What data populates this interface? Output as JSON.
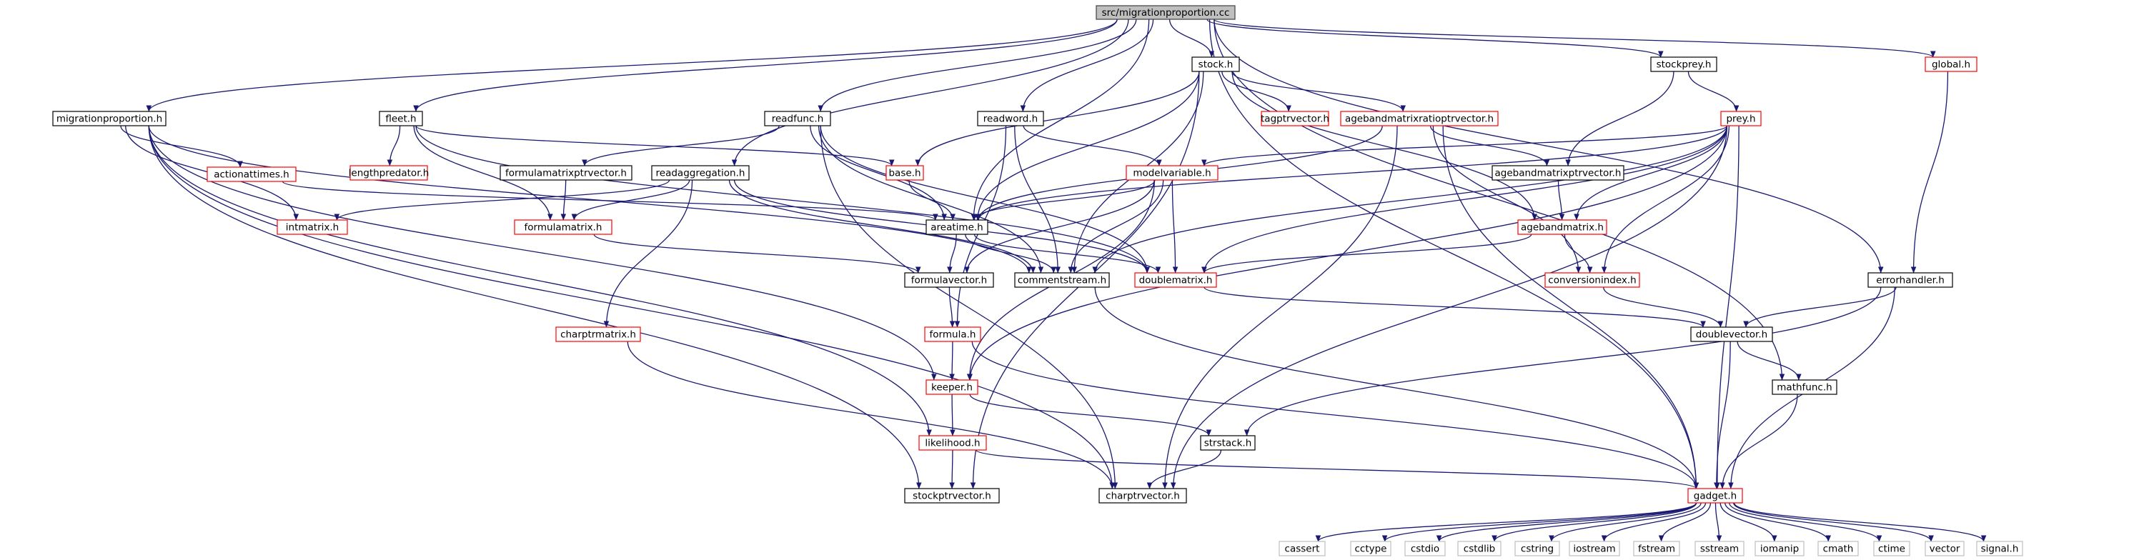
{
  "diagram": {
    "type": "include-dependency-graph",
    "colors": {
      "edge": "#191970",
      "root_fill": "#bfbfbf",
      "root_border": "#404040",
      "documented_border": "#000000",
      "undocumented_border": "#ff0000",
      "external_border": "#bfbfbf",
      "external_text": "#000000"
    },
    "nodes": [
      {
        "id": "root",
        "label": "src/migrationproportion.cc",
        "kind": "root"
      },
      {
        "id": "migrationproportion_h",
        "label": "migrationproportion.h",
        "kind": "documented"
      },
      {
        "id": "fleet_h",
        "label": "fleet.h",
        "kind": "documented"
      },
      {
        "id": "readfunc_h",
        "label": "readfunc.h",
        "kind": "documented"
      },
      {
        "id": "readword_h",
        "label": "readword.h",
        "kind": "documented"
      },
      {
        "id": "stock_h",
        "label": "stock.h",
        "kind": "documented"
      },
      {
        "id": "stockprey_h",
        "label": "stockprey.h",
        "kind": "documented"
      },
      {
        "id": "global_h",
        "label": "global.h",
        "kind": "undocumented"
      },
      {
        "id": "lengthpredator_h",
        "label": "lengthpredator.h",
        "kind": "undocumented"
      },
      {
        "id": "tagptrvector_h",
        "label": "tagptrvector.h",
        "kind": "undocumented"
      },
      {
        "id": "agebandmatrixratioptrvector_h",
        "label": "agebandmatrixratioptrvector.h",
        "kind": "undocumented"
      },
      {
        "id": "prey_h",
        "label": "prey.h",
        "kind": "undocumented"
      },
      {
        "id": "actionattimes_h",
        "label": "actionattimes.h",
        "kind": "undocumented"
      },
      {
        "id": "formulamatrixptrvector_h",
        "label": "formulamatrixptrvector.h",
        "kind": "documented"
      },
      {
        "id": "readaggregation_h",
        "label": "readaggregation.h",
        "kind": "documented"
      },
      {
        "id": "base_h",
        "label": "base.h",
        "kind": "undocumented"
      },
      {
        "id": "modelvariable_h",
        "label": "modelvariable.h",
        "kind": "undocumented"
      },
      {
        "id": "agebandmatrixptrvector_h",
        "label": "agebandmatrixptrvector.h",
        "kind": "documented"
      },
      {
        "id": "intmatrix_h",
        "label": "intmatrix.h",
        "kind": "undocumented"
      },
      {
        "id": "formulamatrix_h",
        "label": "formulamatrix.h",
        "kind": "undocumented"
      },
      {
        "id": "areatime_h",
        "label": "areatime.h",
        "kind": "documented"
      },
      {
        "id": "agebandmatrix_h",
        "label": "agebandmatrix.h",
        "kind": "undocumented"
      },
      {
        "id": "formulavector_h",
        "label": "formulavector.h",
        "kind": "documented"
      },
      {
        "id": "commentstream_h",
        "label": "commentstream.h",
        "kind": "documented"
      },
      {
        "id": "doublematrix_h",
        "label": "doublematrix.h",
        "kind": "undocumented"
      },
      {
        "id": "conversionindex_h",
        "label": "conversionindex.h",
        "kind": "undocumented"
      },
      {
        "id": "errorhandler_h",
        "label": "errorhandler.h",
        "kind": "documented"
      },
      {
        "id": "charptrmatrix_h",
        "label": "charptrmatrix.h",
        "kind": "undocumented"
      },
      {
        "id": "formula_h",
        "label": "formula.h",
        "kind": "undocumented"
      },
      {
        "id": "doublevector_h",
        "label": "doublevector.h",
        "kind": "documented"
      },
      {
        "id": "keeper_h",
        "label": "keeper.h",
        "kind": "undocumented"
      },
      {
        "id": "mathfunc_h",
        "label": "mathfunc.h",
        "kind": "documented"
      },
      {
        "id": "likelihood_h",
        "label": "likelihood.h",
        "kind": "undocumented"
      },
      {
        "id": "strstack_h",
        "label": "strstack.h",
        "kind": "documented"
      },
      {
        "id": "stockptrvector_h",
        "label": "stockptrvector.h",
        "kind": "documented"
      },
      {
        "id": "charptrvector_h",
        "label": "charptrvector.h",
        "kind": "documented"
      },
      {
        "id": "gadget_h",
        "label": "gadget.h",
        "kind": "undocumented"
      },
      {
        "id": "cassert",
        "label": "cassert",
        "kind": "external"
      },
      {
        "id": "cctype",
        "label": "cctype",
        "kind": "external"
      },
      {
        "id": "cstdio",
        "label": "cstdio",
        "kind": "external"
      },
      {
        "id": "cstdlib",
        "label": "cstdlib",
        "kind": "external"
      },
      {
        "id": "cstring",
        "label": "cstring",
        "kind": "external"
      },
      {
        "id": "iostream",
        "label": "iostream",
        "kind": "external"
      },
      {
        "id": "fstream",
        "label": "fstream",
        "kind": "external"
      },
      {
        "id": "sstream",
        "label": "sstream",
        "kind": "external"
      },
      {
        "id": "iomanip",
        "label": "iomanip",
        "kind": "external"
      },
      {
        "id": "cmath",
        "label": "cmath",
        "kind": "external"
      },
      {
        "id": "ctime",
        "label": "ctime",
        "kind": "external"
      },
      {
        "id": "vector",
        "label": "vector",
        "kind": "external"
      },
      {
        "id": "signal_h",
        "label": "signal.h",
        "kind": "external"
      }
    ],
    "edges": [
      [
        "root",
        "migrationproportion_h"
      ],
      [
        "root",
        "fleet_h"
      ],
      [
        "root",
        "readfunc_h"
      ],
      [
        "root",
        "readaggregation_h"
      ],
      [
        "root",
        "areatime_h"
      ],
      [
        "root",
        "readword_h"
      ],
      [
        "root",
        "stock_h"
      ],
      [
        "root",
        "stockprey_h"
      ],
      [
        "root",
        "mathfunc_h"
      ],
      [
        "root",
        "global_h"
      ],
      [
        "root",
        "errorhandler_h"
      ],
      [
        "root",
        "gadget_h"
      ],
      [
        "migrationproportion_h",
        "actionattimes_h"
      ],
      [
        "migrationproportion_h",
        "intmatrix_h"
      ],
      [
        "migrationproportion_h",
        "commentstream_h"
      ],
      [
        "migrationproportion_h",
        "keeper_h"
      ],
      [
        "migrationproportion_h",
        "likelihood_h"
      ],
      [
        "migrationproportion_h",
        "charptrvector_h"
      ],
      [
        "migrationproportion_h",
        "stockptrvector_h"
      ],
      [
        "fleet_h",
        "lengthpredator_h"
      ],
      [
        "fleet_h",
        "base_h"
      ],
      [
        "fleet_h",
        "formulamatrix_h"
      ],
      [
        "fleet_h",
        "doublematrix_h"
      ],
      [
        "readfunc_h",
        "formulamatrixptrvector_h"
      ],
      [
        "readfunc_h",
        "areatime_h"
      ],
      [
        "readfunc_h",
        "commentstream_h"
      ],
      [
        "readfunc_h",
        "doublematrix_h"
      ],
      [
        "readfunc_h",
        "charptrvector_h"
      ],
      [
        "readword_h",
        "modelvariable_h"
      ],
      [
        "readword_h",
        "commentstream_h"
      ],
      [
        "readword_h",
        "formula_h"
      ],
      [
        "stock_h",
        "base_h"
      ],
      [
        "stock_h",
        "tagptrvector_h"
      ],
      [
        "stock_h",
        "agebandmatrixratioptrvector_h"
      ],
      [
        "stock_h",
        "agebandmatrix_h"
      ],
      [
        "stock_h",
        "areatime_h"
      ],
      [
        "stock_h",
        "commentstream_h"
      ],
      [
        "stock_h",
        "stockptrvector_h"
      ],
      [
        "stockprey_h",
        "prey_h"
      ],
      [
        "stockprey_h",
        "agebandmatrixptrvector_h"
      ],
      [
        "global_h",
        "errorhandler_h"
      ],
      [
        "agebandmatrixratioptrvector_h",
        "agebandmatrixptrvector_h"
      ],
      [
        "agebandmatrixratioptrvector_h",
        "areatime_h"
      ],
      [
        "agebandmatrixratioptrvector_h",
        "conversionindex_h"
      ],
      [
        "agebandmatrixratioptrvector_h",
        "charptrvector_h"
      ],
      [
        "agebandmatrixratioptrvector_h",
        "gadget_h"
      ],
      [
        "prey_h",
        "modelvariable_h"
      ],
      [
        "prey_h",
        "agebandmatrix_h"
      ],
      [
        "prey_h",
        "areatime_h"
      ],
      [
        "prey_h",
        "conversionindex_h"
      ],
      [
        "prey_h",
        "commentstream_h"
      ],
      [
        "prey_h",
        "doublematrix_h"
      ],
      [
        "prey_h",
        "keeper_h"
      ],
      [
        "prey_h",
        "charptrvector_h"
      ],
      [
        "prey_h",
        "gadget_h"
      ],
      [
        "actionattimes_h",
        "areatime_h"
      ],
      [
        "formulamatrixptrvector_h",
        "formulamatrix_h"
      ],
      [
        "readaggregation_h",
        "intmatrix_h"
      ],
      [
        "readaggregation_h",
        "formulamatrix_h"
      ],
      [
        "readaggregation_h",
        "charptrmatrix_h"
      ],
      [
        "readaggregation_h",
        "commentstream_h"
      ],
      [
        "readaggregation_h",
        "doublematrix_h"
      ],
      [
        "base_h",
        "areatime_h"
      ],
      [
        "modelvariable_h",
        "areatime_h"
      ],
      [
        "modelvariable_h",
        "formulavector_h"
      ],
      [
        "modelvariable_h",
        "commentstream_h"
      ],
      [
        "modelvariable_h",
        "doublematrix_h"
      ],
      [
        "modelvariable_h",
        "keeper_h"
      ],
      [
        "agebandmatrixptrvector_h",
        "agebandmatrix_h"
      ],
      [
        "formulamatrix_h",
        "formulavector_h"
      ],
      [
        "areatime_h",
        "formulavector_h"
      ],
      [
        "areatime_h",
        "commentstream_h"
      ],
      [
        "areatime_h",
        "doublematrix_h"
      ],
      [
        "agebandmatrix_h",
        "doublematrix_h"
      ],
      [
        "agebandmatrix_h",
        "conversionindex_h"
      ],
      [
        "formulavector_h",
        "formula_h"
      ],
      [
        "commentstream_h",
        "gadget_h"
      ],
      [
        "doublematrix_h",
        "doublevector_h"
      ],
      [
        "conversionindex_h",
        "doublevector_h"
      ],
      [
        "errorhandler_h",
        "doublevector_h"
      ],
      [
        "errorhandler_h",
        "strstack_h"
      ],
      [
        "errorhandler_h",
        "gadget_h"
      ],
      [
        "charptrmatrix_h",
        "charptrvector_h"
      ],
      [
        "formula_h",
        "keeper_h"
      ],
      [
        "formula_h",
        "gadget_h"
      ],
      [
        "doublevector_h",
        "mathfunc_h"
      ],
      [
        "doublevector_h",
        "gadget_h"
      ],
      [
        "keeper_h",
        "likelihood_h"
      ],
      [
        "keeper_h",
        "strstack_h"
      ],
      [
        "mathfunc_h",
        "gadget_h"
      ],
      [
        "likelihood_h",
        "stockptrvector_h"
      ],
      [
        "likelihood_h",
        "gadget_h"
      ],
      [
        "strstack_h",
        "charptrvector_h"
      ],
      [
        "gadget_h",
        "cassert"
      ],
      [
        "gadget_h",
        "cctype"
      ],
      [
        "gadget_h",
        "cstdio"
      ],
      [
        "gadget_h",
        "cstdlib"
      ],
      [
        "gadget_h",
        "cstring"
      ],
      [
        "gadget_h",
        "iostream"
      ],
      [
        "gadget_h",
        "fstream"
      ],
      [
        "gadget_h",
        "sstream"
      ],
      [
        "gadget_h",
        "iomanip"
      ],
      [
        "gadget_h",
        "cmath"
      ],
      [
        "gadget_h",
        "ctime"
      ],
      [
        "gadget_h",
        "vector"
      ],
      [
        "gadget_h",
        "signal_h"
      ]
    ]
  }
}
